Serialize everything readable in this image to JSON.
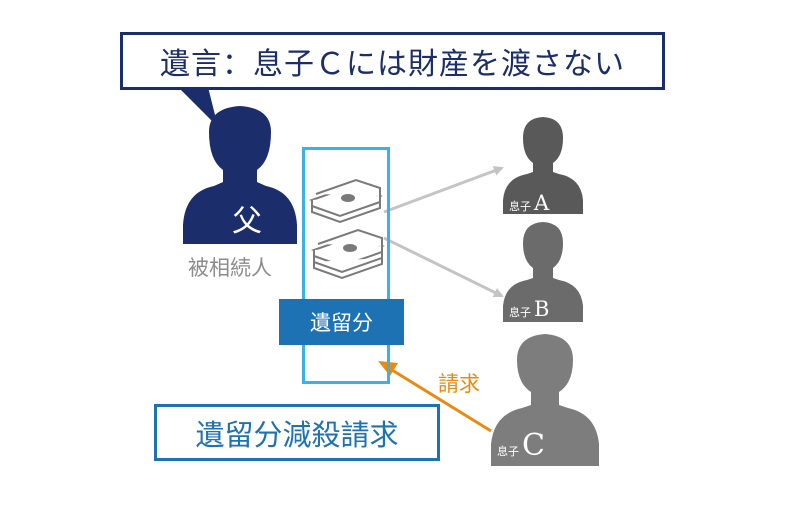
{
  "will": {
    "text": "遺言：息子Ｃには財産を渡さない"
  },
  "father": {
    "label": "父",
    "role": "被相続人"
  },
  "sons": [
    {
      "prefix": "息子",
      "letter": "A"
    },
    {
      "prefix": "息子",
      "letter": "B"
    },
    {
      "prefix": "息子",
      "letter": "C"
    }
  ],
  "reserved_share": {
    "label": "遺留分"
  },
  "claim": {
    "arrow_label": "請求",
    "title": "遺留分減殺請求"
  },
  "icons": [
    "speech-bubble-tail",
    "father-silhouette",
    "money-stack-icon",
    "son-silhouette",
    "arrow"
  ],
  "colors": {
    "navy": "#1c2d6b",
    "light_blue": "#3cb1e6",
    "blue": "#1d72b4",
    "orange": "#e98a12",
    "gray": "#8c8c8c",
    "son_a": "#595959",
    "son_b": "#6b6b6b",
    "son_c": "#7d7d7d"
  }
}
